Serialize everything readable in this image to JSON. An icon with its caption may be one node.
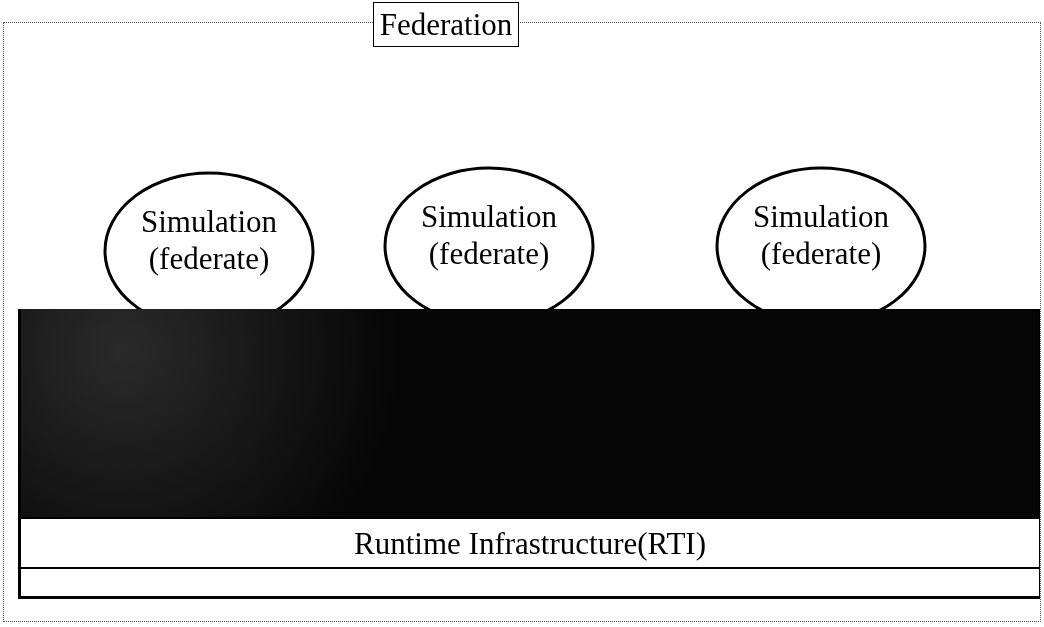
{
  "diagram": {
    "nodes": [
      {
        "text": [
          "Federation"
        ]
      },
      {
        "text": [
          "Simulation (federate)"
        ],
        "in": 0
      },
      {
        "text": [
          "Simulation (federate)"
        ],
        "in": 0
      },
      {
        "text": [
          "Simulation (federate)"
        ],
        "in": 0
      },
      {
        "text": [
          "Runtime Infrastructure(RTI)"
        ],
        "in": 0
      }
    ],
    "edges": []
  }
}
